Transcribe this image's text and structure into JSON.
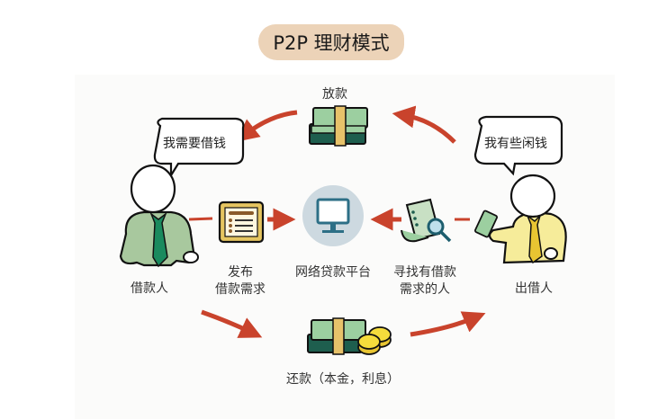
{
  "title": "P2P 理财模式",
  "labels": {
    "lend_out": "放款",
    "borrower": "借款人",
    "publish_line1": "发布",
    "publish_line2": "借款需求",
    "platform": "网络贷款平台",
    "find_line1": "寻找有借款",
    "find_line2": "需求的人",
    "lender": "出借人",
    "repay": "还款（本金，利息）"
  },
  "bubbles": {
    "borrower": "我需要借钱",
    "lender": "我有些闲钱"
  },
  "colors": {
    "title_bg": "#ecd3b8",
    "arrow": "#c9432c",
    "borrower_shirt": "#a8c89e",
    "borrower_tie": "#1a8a5e",
    "lender_shirt": "#f6ec9a",
    "lender_tie": "#e8c532",
    "money": "#9ccfa0",
    "money_dark": "#1e5e4e",
    "band": "#e7c26a",
    "platform_circle": "#cdd9e0",
    "monitor": "#2d6f86"
  }
}
